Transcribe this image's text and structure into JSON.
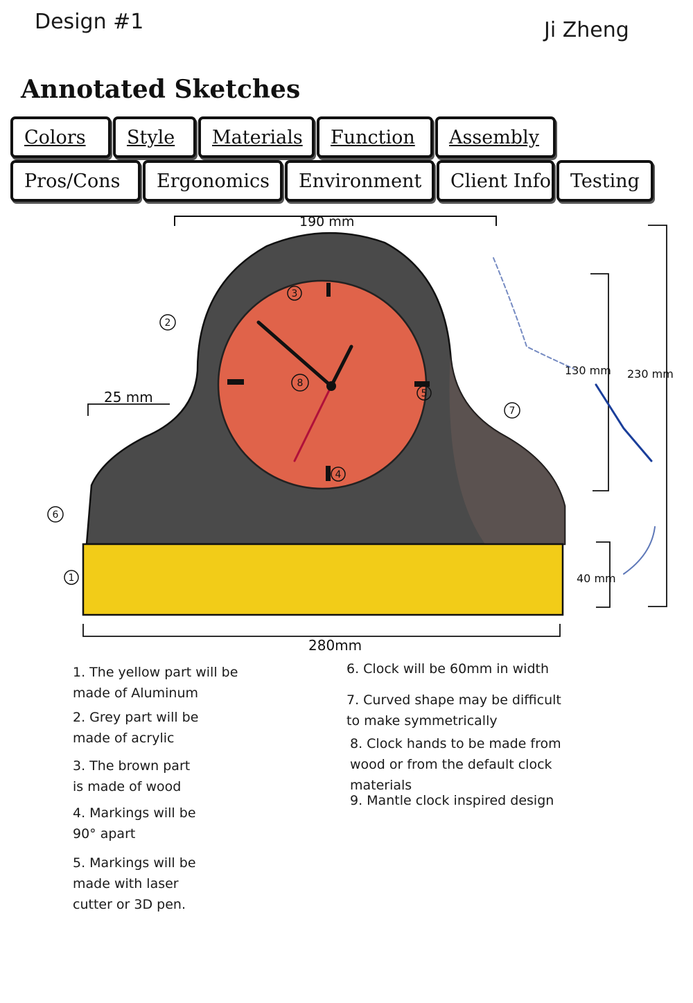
{
  "header": {
    "design_label": "Design #1",
    "author": "Ji Zheng",
    "title": "Annotated Sketches"
  },
  "tabs_row1": [
    {
      "label": "Colors",
      "link": true
    },
    {
      "label": "Style",
      "link": true
    },
    {
      "label": "Materials",
      "link": true
    },
    {
      "label": "Function",
      "link": true
    },
    {
      "label": "Assembly",
      "link": true
    }
  ],
  "tabs_row2": [
    {
      "label": "Pros/Cons",
      "link": false
    },
    {
      "label": "Ergonomics",
      "link": false
    },
    {
      "label": "Environment",
      "link": false
    },
    {
      "label": "Client Info",
      "link": false
    },
    {
      "label": "Testing",
      "link": false
    }
  ],
  "sketch": {
    "dim_top": "190 mm",
    "dim_left": "25 mm",
    "dim_right_upper": "130 mm",
    "dim_right_total": "230 mm",
    "dim_base": "40 mm",
    "dim_bottom": "280mm",
    "callouts": [
      "1",
      "2",
      "3",
      "4",
      "5",
      "6",
      "7",
      "8"
    ],
    "colors": {
      "body": "#4a4a4a",
      "face": "#e0634a",
      "base": "#f2cc18",
      "second_hand": "#b0103a",
      "annotation_ink": "#1a3e9a"
    }
  },
  "notes_left": [
    "1. The yellow part will be\n    made of Aluminum",
    "2. Grey part will be\n    made of acrylic",
    "3. The brown part\n    is made of wood",
    "4. Markings will be\n    90° apart",
    "5. Markings will be\n    made with laser\n    cutter or 3D pen."
  ],
  "notes_right": [
    "6. Clock will be 60mm in width",
    "7. Curved shape may be difficult\n    to make symmetrically",
    "8. Clock hands to be made from\n    wood or from the default clock\n    materials",
    "9. Mantle clock inspired design"
  ]
}
